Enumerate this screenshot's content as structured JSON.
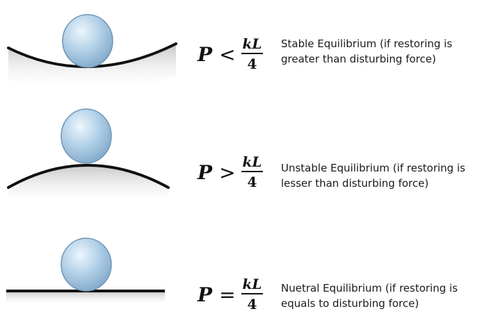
{
  "colors": {
    "ball_fill": "#a9c9e3",
    "ball_stroke": "#6f94b5",
    "surface_stroke": "#111111",
    "shadow": "#c7c7c7"
  },
  "rows": [
    {
      "name": "stable",
      "formula": {
        "lhs": "P",
        "operator": "<",
        "numerator": "kL",
        "denominator": "4"
      },
      "description_line1": "Stable Equilibrium (if restoring is",
      "description_line2": "greater than disturbing force)"
    },
    {
      "name": "unstable",
      "formula": {
        "lhs": "P",
        "operator": ">",
        "numerator": "kL",
        "denominator": "4"
      },
      "description_line1": "Unstable Equilibrium (if restoring is",
      "description_line2": "lesser than disturbing force)"
    },
    {
      "name": "neutral",
      "formula": {
        "lhs": "P",
        "operator": "=",
        "numerator": "kL",
        "denominator": "4"
      },
      "description_line1": "Nuetral Equilibrium (if restoring is",
      "description_line2": "equals to disturbing force)"
    }
  ]
}
